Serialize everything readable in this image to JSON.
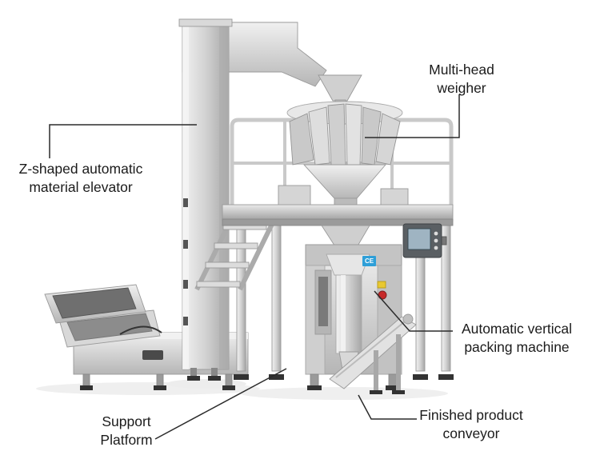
{
  "colors": {
    "background": "#ffffff",
    "callout_line": "#2b2b2b",
    "label_text": "#1b1b1b",
    "steel_light": "#efefef",
    "steel_mid": "#c6c6c6",
    "steel_dark": "#8f8f8f",
    "screen": "#9fb4c2",
    "ce_badge": "#2e9fd8",
    "estop_red": "#c62828"
  },
  "diagram": {
    "callouts": [
      {
        "id": "multi-head-weigher",
        "label": "Multi-head\nweigher"
      },
      {
        "id": "z-elevator",
        "label": "Z-shaped automatic\nmaterial elevator"
      },
      {
        "id": "packing-machine",
        "label": "Automatic vertical\npacking machine"
      },
      {
        "id": "finished-conveyor",
        "label": "Finished product\nconveyor"
      },
      {
        "id": "support-platform",
        "label": "Support\nPlatform"
      }
    ],
    "badges": {
      "ce_mark": "CE"
    }
  }
}
